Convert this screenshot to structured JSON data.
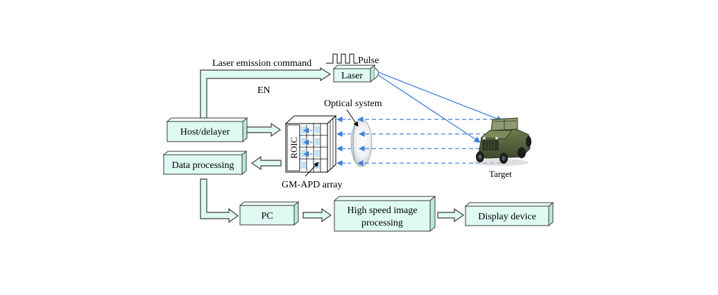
{
  "diagram": {
    "labels": {
      "laser_emission_command": "Laser emission command",
      "pulse": "Pulse",
      "en": "EN",
      "optical_system": "Optical system",
      "gm_apd_array": "GM-APD array",
      "roic": "ROIC",
      "target": "Target"
    },
    "boxes": {
      "laser": "Laser",
      "host_delayer": "Host/delayer",
      "data_processing": "Data processing",
      "pc": "PC",
      "high_speed_line1": "High speed image",
      "high_speed_line2": "processing",
      "display_device": "Display device"
    },
    "colors": {
      "box_fill": "#dffaf3",
      "box_top": "#f1fdfa",
      "box_side": "#b9e9dc",
      "box_stroke": "#3a3a3a",
      "beam": "#3d7fd6"
    }
  }
}
